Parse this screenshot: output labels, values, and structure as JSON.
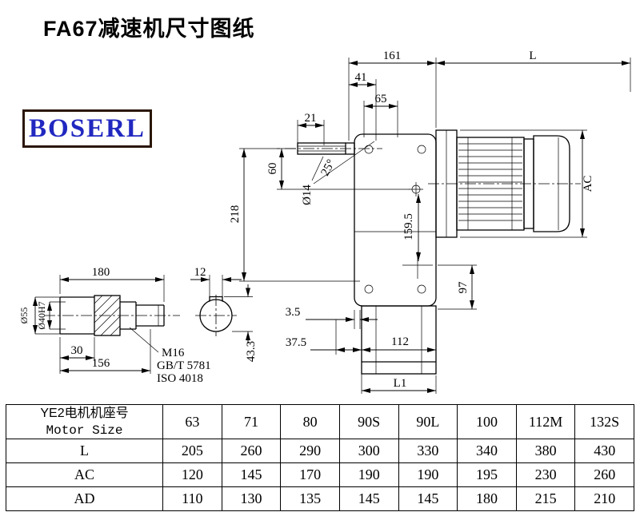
{
  "title": "FA67减速机尺寸图纸",
  "logo": "BOSERL",
  "drawing": {
    "main": {
      "w161": "161",
      "L": "L",
      "w41": "41",
      "w65": "65",
      "w21": "21",
      "h60": "60",
      "h218": "218",
      "dia14": "Ø14",
      "angle": "25°",
      "h159": "159.5",
      "AC": "AC",
      "h97": "97",
      "w35": "3.5",
      "w375": "37.5",
      "w112": "112",
      "L1": "L1"
    },
    "shaft": {
      "w180": "180",
      "w12": "12",
      "dia55": "Ø55",
      "dia40": "Ø40H7",
      "w30": "30",
      "w156": "156",
      "thread": "M16",
      "std1": "GB/T 5781",
      "std2": "ISO 4018",
      "h433": "43.3"
    }
  },
  "table": {
    "header_cn": "YE2电机机座号",
    "header_en": "Motor Size",
    "sizes": [
      "63",
      "71",
      "80",
      "90S",
      "90L",
      "100",
      "112M",
      "132S"
    ],
    "rows": [
      {
        "label": "L",
        "values": [
          "205",
          "260",
          "290",
          "300",
          "330",
          "340",
          "380",
          "430"
        ]
      },
      {
        "label": "AC",
        "values": [
          "120",
          "145",
          "170",
          "190",
          "190",
          "195",
          "230",
          "260"
        ]
      },
      {
        "label": "AD",
        "values": [
          "110",
          "130",
          "135",
          "145",
          "145",
          "180",
          "215",
          "210"
        ]
      }
    ]
  },
  "colors": {
    "logo_text": "#2128c0",
    "line": "#000000"
  }
}
